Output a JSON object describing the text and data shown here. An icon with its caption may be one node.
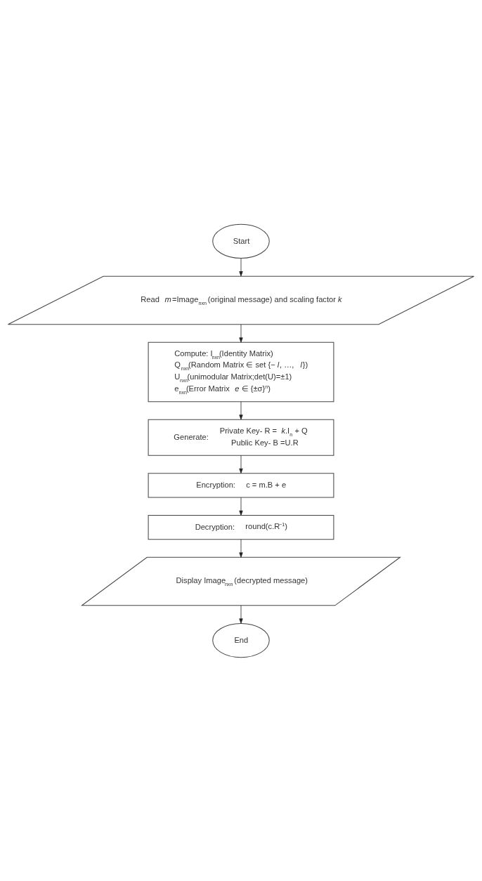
{
  "diagram": {
    "nodes": [
      {
        "text": [
          "Start"
        ]
      },
      {
        "text": [
          "Read *m*=Image$_{nxn}$ (original message) and scaling factor *k*"
        ]
      },
      {
        "text": [
          "Compute: I$_{nxn}$(Identity Matrix)",
          "Q$_{nxn}$(Random Matrix ∈ set {−*l*, …, *l*})",
          "U$_{nxn}$(unimodular Matrix;det(U)=±1)",
          "e$_{nxn}$(Error Matrix *e* ∈ {±σ}$^{n}$)"
        ]
      },
      {
        "text": [
          "Generate:",
          "Private Key- R = *k*.I$_{n}$ + Q",
          "Public Key- B =U.R"
        ]
      },
      {
        "text": [
          "Encryption:",
          "c = m.B + e"
        ]
      },
      {
        "text": [
          "Decryption:",
          "round(c.R$^{−1}$)"
        ]
      },
      {
        "text": [
          "Display Image$_{nxn}$ (decrypted message)"
        ]
      },
      {
        "text": [
          "End"
        ]
      }
    ],
    "edges": [
      {
        "from": 0,
        "to": 1,
        "arrow": "to"
      },
      {
        "from": 1,
        "to": 2,
        "arrow": "to"
      },
      {
        "from": 2,
        "to": 3,
        "arrow": "to"
      },
      {
        "from": 3,
        "to": 4,
        "arrow": "to"
      },
      {
        "from": 4,
        "to": 5,
        "arrow": "to"
      },
      {
        "from": 5,
        "to": 6,
        "arrow": "to"
      },
      {
        "from": 6,
        "to": 7,
        "arrow": "to"
      }
    ]
  }
}
